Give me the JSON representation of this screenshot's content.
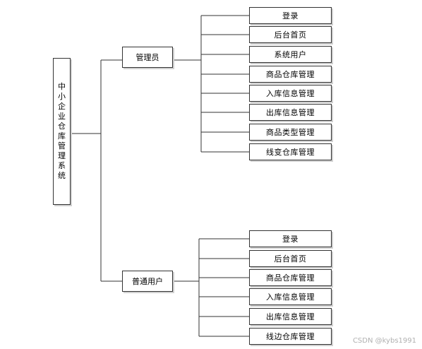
{
  "diagram": {
    "root": {
      "label": "中小企业仓库管理系统"
    },
    "branches": [
      {
        "label": "管理员",
        "children": [
          "登录",
          "后台首页",
          "系统用户",
          "商品仓库管理",
          "入库信息管理",
          "出库信息管理",
          "商品类型管理",
          "线变仓库管理"
        ]
      },
      {
        "label": "普通用户",
        "children": [
          "登录",
          "后台首页",
          "商品仓库管理",
          "入库信息管理",
          "出库信息管理",
          "线边仓库管理"
        ]
      }
    ]
  },
  "watermark": "CSDN @kybs1991",
  "colors": {
    "line": "#333333",
    "border": "#333333",
    "shadow": "#d0d0d0",
    "watermark": "#b0b0b0"
  }
}
